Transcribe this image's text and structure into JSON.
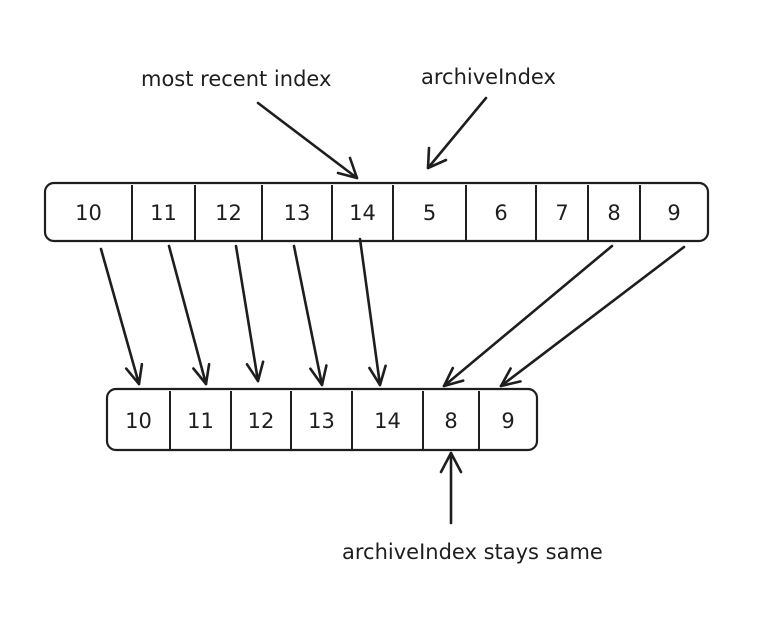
{
  "labels": {
    "most_recent": "most recent index",
    "archive_index": "archiveIndex",
    "stays_same": "archiveIndex stays same"
  },
  "top_array": [
    "10",
    "11",
    "12",
    "13",
    "14",
    "5",
    "6",
    "7",
    "8",
    "9"
  ],
  "bottom_array": [
    "10",
    "11",
    "12",
    "13",
    "14",
    "8",
    "9"
  ]
}
